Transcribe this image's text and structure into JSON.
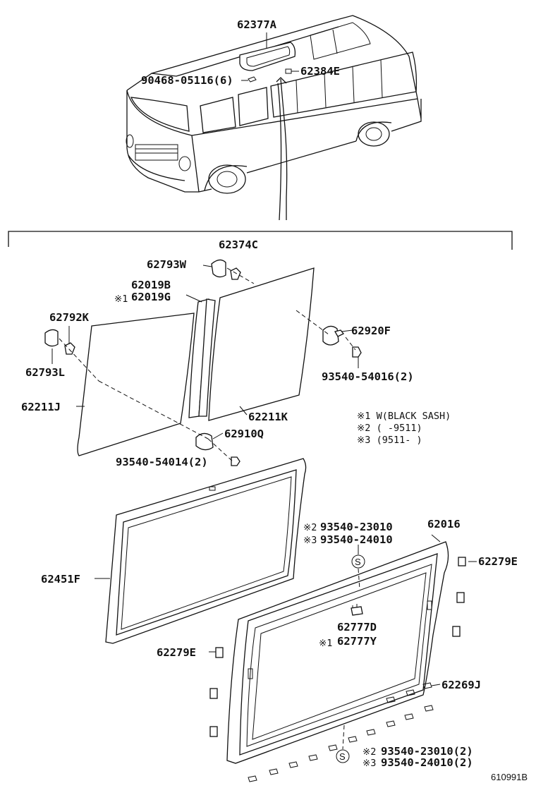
{
  "labels": {
    "p62377A": "62377A",
    "p90468": "90468-05116(6)",
    "p62384E": "62384E",
    "p62374C": "62374C",
    "p62793W": "62793W",
    "p62019B": "62019B",
    "p62019G": "62019G",
    "p62019G_mark": "※1",
    "p62792K": "62792K",
    "p62793L": "62793L",
    "p62920F": "62920F",
    "p93540_54016": "93540-54016(2)",
    "p62211J": "62211J",
    "p62211K": "62211K",
    "p62910Q": "62910Q",
    "p93540_54014": "93540-54014(2)",
    "p62016": "62016",
    "p93540_23010_top": "93540-23010",
    "p93540_23010_top_mark": "※2",
    "p93540_24010_top": "93540-24010",
    "p93540_24010_top_mark": "※3",
    "p62279E_right": "62279E",
    "p62451F": "62451F",
    "p62777D": "62777D",
    "p62777Y": "62777Y",
    "p62777Y_mark": "※1",
    "p62279E_left": "62279E",
    "p62269J": "62269J",
    "p93540_23010_bot": "93540-23010(2)",
    "p93540_23010_bot_mark": "※2",
    "p93540_24010_bot": "93540-24010(2)",
    "p93540_24010_bot_mark": "※3"
  },
  "legend": {
    "note1": "※1  W(BLACK SASH)",
    "note2": "※2  (      -9511)",
    "note3": "※3  (9511-      )"
  },
  "clip_symbol": "S",
  "diagram_ref": "610991B"
}
